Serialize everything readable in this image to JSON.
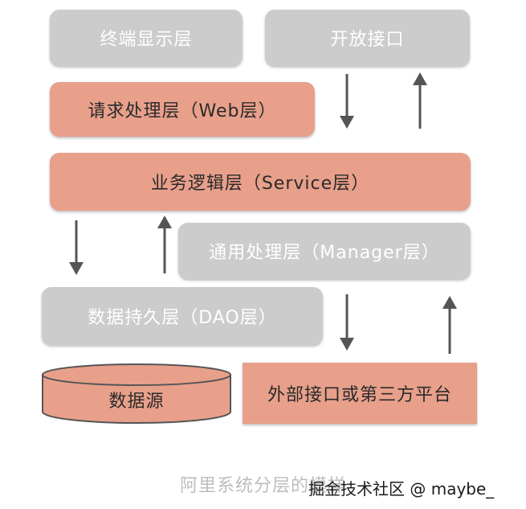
{
  "layers": {
    "terminal": "终端显示层",
    "open_api": "开放接口",
    "web": "请求处理层（Web层）",
    "service": "业务逻辑层（Service层）",
    "manager": "通用处理层（Manager层）",
    "dao": "数据持久层（DAO层）",
    "datasource": "数据源",
    "external": "外部接口或第三方平台"
  },
  "caption": "阿里系统分层的模样",
  "watermark": "掘金技术社区 @ maybe_",
  "colors": {
    "gray_box": "#cccccc",
    "salmon_box": "#e8a08b",
    "arrow": "#555555"
  }
}
